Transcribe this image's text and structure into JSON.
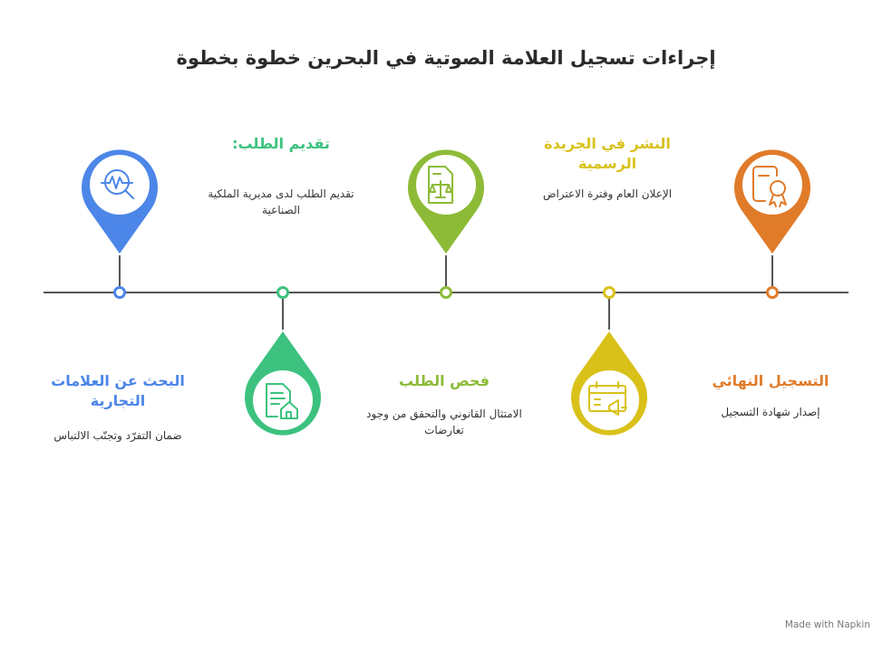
{
  "title": "إجراءات تسجيل العلامة الصوتية في البحرين خطوة بخطوة",
  "colors": {
    "blue": "#4C86E8",
    "green": "#3CC27E",
    "lime": "#8DBB37",
    "yellow": "#D9C11A",
    "orange": "#E07B2A"
  },
  "steps": [
    {
      "heading": "البحث عن العلامات التجارية",
      "description": "ضمان التفرّد وتجنّب الالتباس",
      "icon": "search-chart-icon"
    },
    {
      "heading": "تقديم الطلب:",
      "description": "تقديم الطلب لدى مديرية الملكية الصناعية",
      "icon": "document-house-icon"
    },
    {
      "heading": "فحص الطلب",
      "description": "الامتثال القانوني والتحقق من وجود تعارضات",
      "icon": "document-scales-icon"
    },
    {
      "heading": "النشر في الجريدة الرسمية",
      "description": "الإعلان العام وفترة الاعتراض",
      "icon": "calendar-megaphone-icon"
    },
    {
      "heading": "التسجيل النهائي",
      "description": "إصدار شهادة التسجيل",
      "icon": "certificate-icon"
    }
  ],
  "footer": {
    "brand": "Made with  Napkin"
  }
}
